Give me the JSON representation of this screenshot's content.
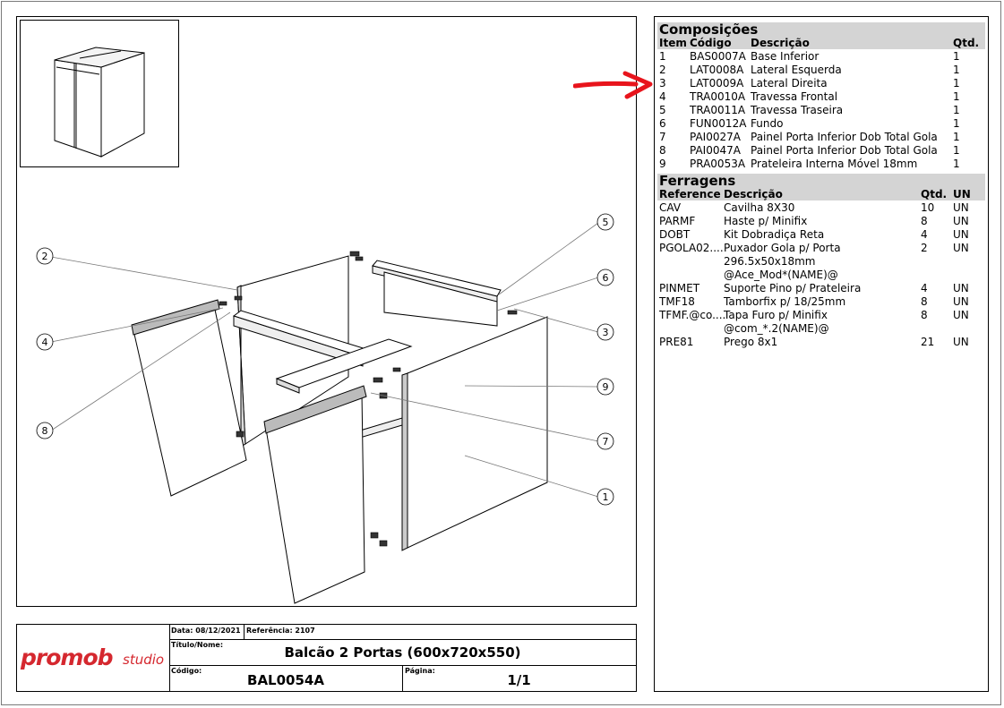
{
  "composicoes": {
    "title": "Composições",
    "columns": [
      "Item",
      "Código",
      "Descrição",
      "Qtd."
    ],
    "rows": [
      {
        "item": "1",
        "codigo": "BAS0007A",
        "descricao": "Base Inferior",
        "qtd": "1"
      },
      {
        "item": "2",
        "codigo": "LAT0008A",
        "descricao": "Lateral Esquerda",
        "qtd": "1"
      },
      {
        "item": "3",
        "codigo": "LAT0009A",
        "descricao": "Lateral Direita",
        "qtd": "1"
      },
      {
        "item": "4",
        "codigo": "TRA0010A",
        "descricao": "Travessa Frontal",
        "qtd": "1"
      },
      {
        "item": "5",
        "codigo": "TRA0011A",
        "descricao": "Travessa Traseira",
        "qtd": "1"
      },
      {
        "item": "6",
        "codigo": "FUN0012A",
        "descricao": "Fundo",
        "qtd": "1"
      },
      {
        "item": "7",
        "codigo": "PAI0027A",
        "descricao": "Painel Porta Inferior Dob Total Gola",
        "qtd": "1"
      },
      {
        "item": "8",
        "codigo": "PAI0047A",
        "descricao": "Painel Porta Inferior Dob Total Gola",
        "qtd": "1"
      },
      {
        "item": "9",
        "codigo": "PRA0053A",
        "descricao": "Prateleira Interna Móvel 18mm",
        "qtd": "1"
      }
    ]
  },
  "ferragens": {
    "title": "Ferragens",
    "columns": [
      "Reference",
      "Descrição",
      "Qtd.",
      "UN"
    ],
    "rows": [
      {
        "ref": "CAV",
        "desc": [
          "Cavilha 8X30"
        ],
        "qtd": "10",
        "un": "UN"
      },
      {
        "ref": "PARMF",
        "desc": [
          "Haste p/ Minifix"
        ],
        "qtd": "8",
        "un": "UN"
      },
      {
        "ref": "DOBT",
        "desc": [
          "Kit Dobradiça Reta"
        ],
        "qtd": "4",
        "un": "UN"
      },
      {
        "ref": "PGOLA02....",
        "desc": [
          "Puxador Gola p/ Porta",
          "296.5x50x18mm",
          "@Ace_Mod*(NAME)@"
        ],
        "qtd": "2",
        "un": "UN"
      },
      {
        "ref": "PINMET",
        "desc": [
          "Suporte Pino p/ Prateleira"
        ],
        "qtd": "4",
        "un": "UN"
      },
      {
        "ref": "TMF18",
        "desc": [
          "Tamborfix p/ 18/25mm"
        ],
        "qtd": "8",
        "un": "UN"
      },
      {
        "ref": "TFMF.@co....",
        "desc": [
          "Tapa Furo p/ Minifix",
          "@com_*.2(NAME)@"
        ],
        "qtd": "8",
        "un": "UN"
      },
      {
        "ref": "PRE81",
        "desc": [
          "Prego 8x1"
        ],
        "qtd": "21",
        "un": "UN"
      }
    ]
  },
  "titleblock": {
    "logo_main": "promob",
    "logo_sub": "studio",
    "data_label": "Data: 08/12/2021",
    "referencia_label": "Referência: 2107",
    "titulo_label": "Título/Nome:",
    "titulo": "Balcão 2 Portas (600x720x550)",
    "codigo_label": "Código:",
    "codigo": "BAL0054A",
    "pagina_label": "Página:",
    "pagina": "1/1"
  },
  "callouts": [
    "1",
    "2",
    "3",
    "4",
    "5",
    "6",
    "7",
    "8",
    "9"
  ],
  "colors": {
    "arrow": "#e8141c",
    "logo": "#d5282f",
    "header_bg": "#d4d4d4"
  }
}
